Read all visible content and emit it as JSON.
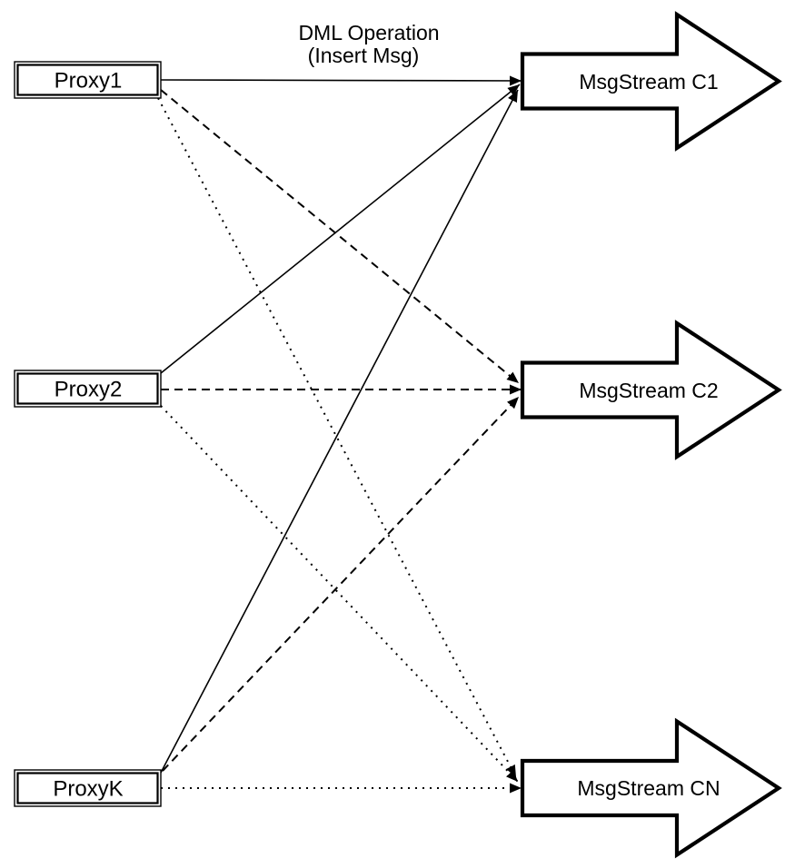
{
  "diagram": {
    "caption": {
      "line1": "DML Operation",
      "line2": "(Insert Msg)"
    },
    "proxies": [
      {
        "label": "Proxy1"
      },
      {
        "label": "Proxy2"
      },
      {
        "label": "ProxyK"
      }
    ],
    "streams": [
      {
        "label": "MsgStream C1"
      },
      {
        "label": "MsgStream C2"
      },
      {
        "label": "MsgStream CN"
      }
    ],
    "connections": [
      {
        "from": "Proxy1",
        "to": "MsgStream C1",
        "style": "solid"
      },
      {
        "from": "Proxy2",
        "to": "MsgStream C1",
        "style": "solid"
      },
      {
        "from": "ProxyK",
        "to": "MsgStream C1",
        "style": "solid"
      },
      {
        "from": "Proxy1",
        "to": "MsgStream C2",
        "style": "dashed"
      },
      {
        "from": "Proxy2",
        "to": "MsgStream C2",
        "style": "dashed"
      },
      {
        "from": "ProxyK",
        "to": "MsgStream C2",
        "style": "dashed"
      },
      {
        "from": "Proxy1",
        "to": "MsgStream CN",
        "style": "dotted"
      },
      {
        "from": "Proxy2",
        "to": "MsgStream CN",
        "style": "dotted"
      },
      {
        "from": "ProxyK",
        "to": "MsgStream CN",
        "style": "dotted"
      }
    ],
    "colors": {
      "line": "#000000",
      "fill": "#ffffff",
      "background": "#ffffff"
    }
  }
}
